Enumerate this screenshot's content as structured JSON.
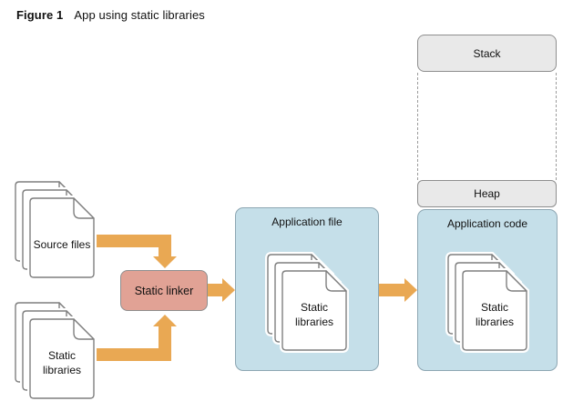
{
  "figure": {
    "label": "Figure 1",
    "caption": "App using static libraries"
  },
  "boxes": {
    "stack": "Stack",
    "heap": "Heap",
    "application_code": "Application code",
    "application_file": "Application file",
    "static_linker": "Static linker"
  },
  "documents": {
    "source_files": "Source files",
    "static_libraries": "Static libraries"
  },
  "colors": {
    "arrow": "#E9A853",
    "panel_blue": "#C5DFE9",
    "panel_gray": "#E9E9E9",
    "linker_fill": "#E1A295",
    "stroke_gray": "#8E8E8E"
  }
}
